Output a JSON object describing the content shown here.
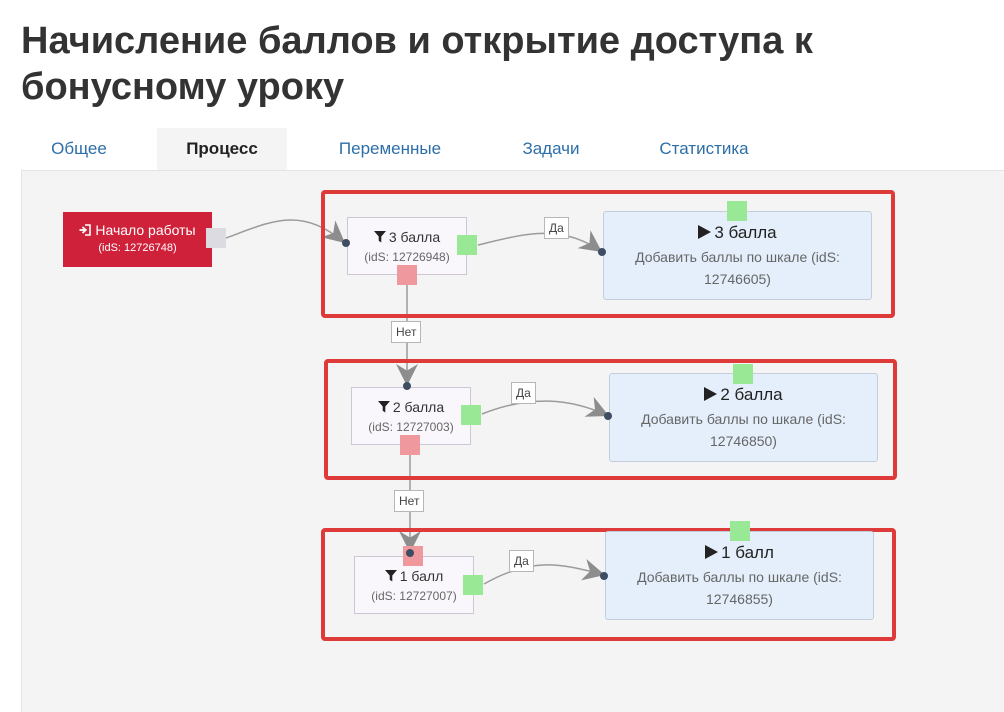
{
  "page": {
    "title": "Начисление баллов и открытие доступа к бонусному уроку"
  },
  "tabs": [
    {
      "label": "Общее"
    },
    {
      "label": "Процесс"
    },
    {
      "label": "Переменные"
    },
    {
      "label": "Задачи"
    },
    {
      "label": "Статистика"
    }
  ],
  "active_tab": "Процесс",
  "highlight_color": "#df3a3a",
  "start": {
    "label": "Начало работы",
    "ids": "(idS: 12726748)",
    "icon": "sign-in-icon"
  },
  "conditions": [
    {
      "label": "3 балла",
      "ids": "(idS: 12726948)",
      "icon": "filter-icon"
    },
    {
      "label": "2 балла",
      "ids": "(idS: 12727003)",
      "icon": "filter-icon"
    },
    {
      "label": "1 балл",
      "ids": "(idS: 12727007)",
      "icon": "filter-icon"
    }
  ],
  "actions": [
    {
      "label": "3 балла",
      "desc": "Добавить баллы по шкале (idS: 12746605)",
      "icon": "play-icon"
    },
    {
      "label": "2 балла",
      "desc": "Добавить баллы по шкале (idS: 12746850)",
      "icon": "play-icon"
    },
    {
      "label": "1 балл",
      "desc": "Добавить баллы по шкале (idS: 12746855)",
      "icon": "play-icon"
    }
  ],
  "edge_labels": {
    "yes": "Да",
    "no": "Нет"
  }
}
